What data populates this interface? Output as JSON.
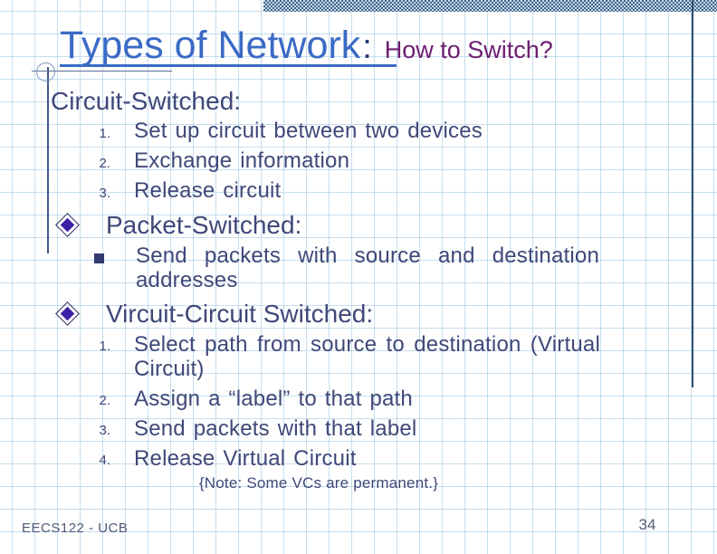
{
  "slide": {
    "title": {
      "text": "Types of Network",
      "separator": ":",
      "subtitle": "How to Switch?"
    },
    "sections": [
      {
        "heading": "Circuit-Switched:",
        "list_style": "numbered",
        "items": [
          {
            "marker": "1.",
            "text": "Set up circuit between two devices"
          },
          {
            "marker": "2.",
            "text": "Exchange information"
          },
          {
            "marker": "3.",
            "text": "Release circuit"
          }
        ]
      },
      {
        "heading": "Packet-Switched:",
        "list_style": "square-bullet",
        "items": [
          {
            "marker": "■",
            "text": "Send packets with source and destination addresses"
          }
        ]
      },
      {
        "heading": "Vircuit-Circuit Switched:",
        "list_style": "numbered",
        "items": [
          {
            "marker": "1.",
            "text": "Select path from source to destination (Virtual Circuit)"
          },
          {
            "marker": "2.",
            "text": "Assign a “label” to that path"
          },
          {
            "marker": "3.",
            "text": "Send packets with that label"
          },
          {
            "marker": "4.",
            "text": "Release Virtual Circuit"
          }
        ]
      }
    ],
    "note": "{Note: Some VCs are permanent.}",
    "footer": {
      "course": "EECS122 - UCB",
      "page_number": "34"
    }
  },
  "colors": {
    "title_blue": "#3a6ac5",
    "subtitle_purple": "#6d2070",
    "body_navy": "#3f4878",
    "bullet_indigo": "#3d1fa6",
    "grid_blue": "#cfe2f0",
    "checker_dark": "#3d6690",
    "checker_light": "#ccd8e3"
  }
}
